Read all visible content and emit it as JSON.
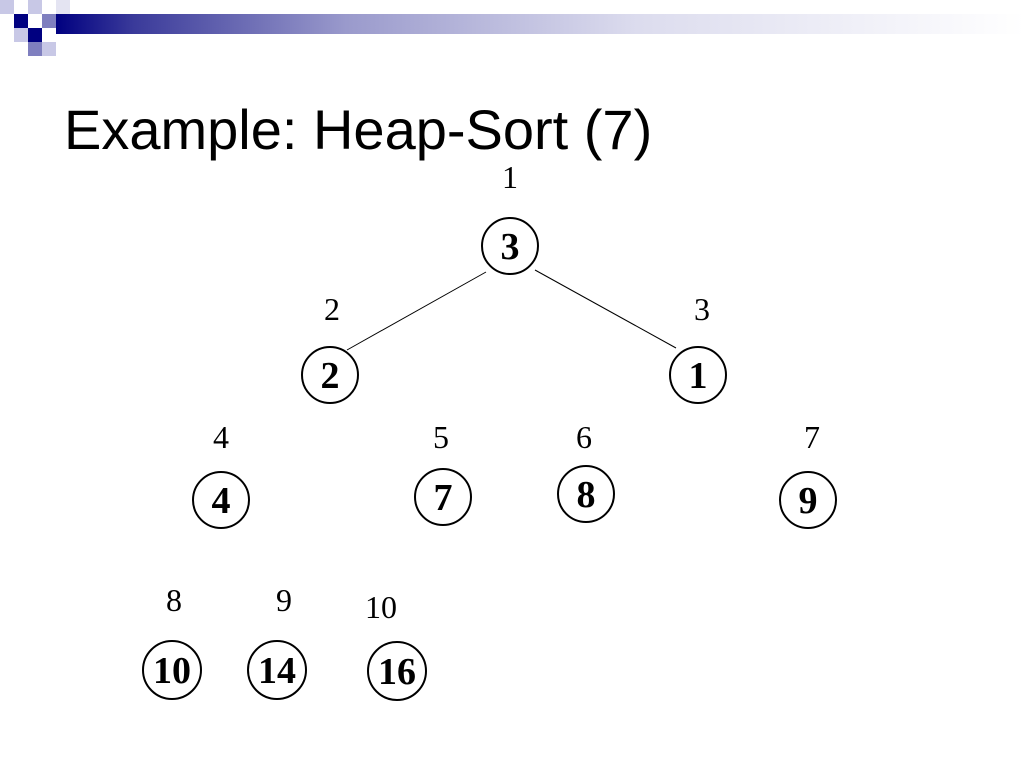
{
  "slide": {
    "title": "Example: Heap-Sort (7)"
  },
  "colors": {
    "banner_dark": "#000080",
    "banner_mid": "#7f7fbf",
    "banner_light": "#c8c8e6",
    "background": "#ffffff",
    "ink": "#000000"
  },
  "heap": {
    "nodes": [
      {
        "index": "1",
        "value": "3"
      },
      {
        "index": "2",
        "value": "2"
      },
      {
        "index": "3",
        "value": "1"
      },
      {
        "index": "4",
        "value": "4"
      },
      {
        "index": "5",
        "value": "7"
      },
      {
        "index": "6",
        "value": "8"
      },
      {
        "index": "7",
        "value": "9"
      },
      {
        "index": "8",
        "value": "10"
      },
      {
        "index": "9",
        "value": "14"
      },
      {
        "index": "10",
        "value": "16"
      }
    ],
    "edges": [
      {
        "from": "1",
        "to": "2"
      },
      {
        "from": "1",
        "to": "3"
      }
    ]
  }
}
